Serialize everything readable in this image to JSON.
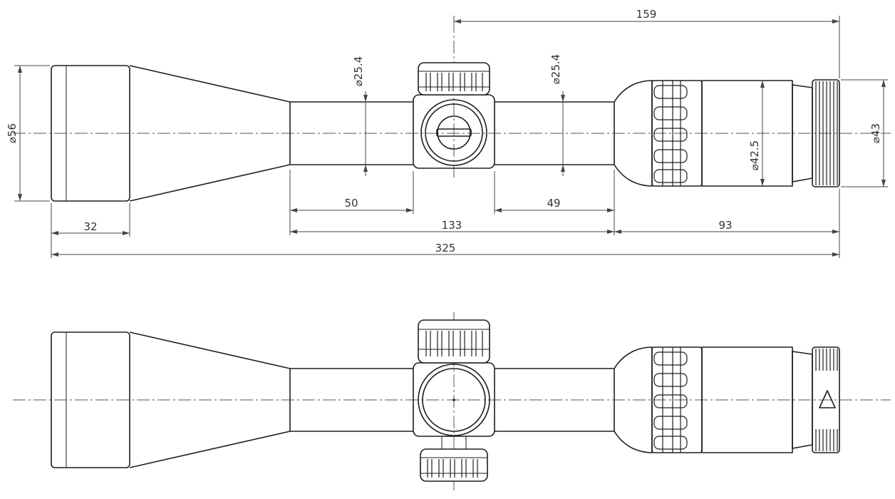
{
  "dimensions": {
    "top_offset": "159",
    "objective_diameter": "⌀56",
    "tube_diameter_left": "⌀25.4",
    "tube_diameter_right": "⌀25.4",
    "eyepiece_diameter": "⌀42.5",
    "ocular_diameter": "⌀43",
    "tube_left_length": "50",
    "tube_right_length": "49",
    "objective_length": "32",
    "middle_length": "133",
    "eyepiece_length": "93",
    "overall_length": "325"
  }
}
